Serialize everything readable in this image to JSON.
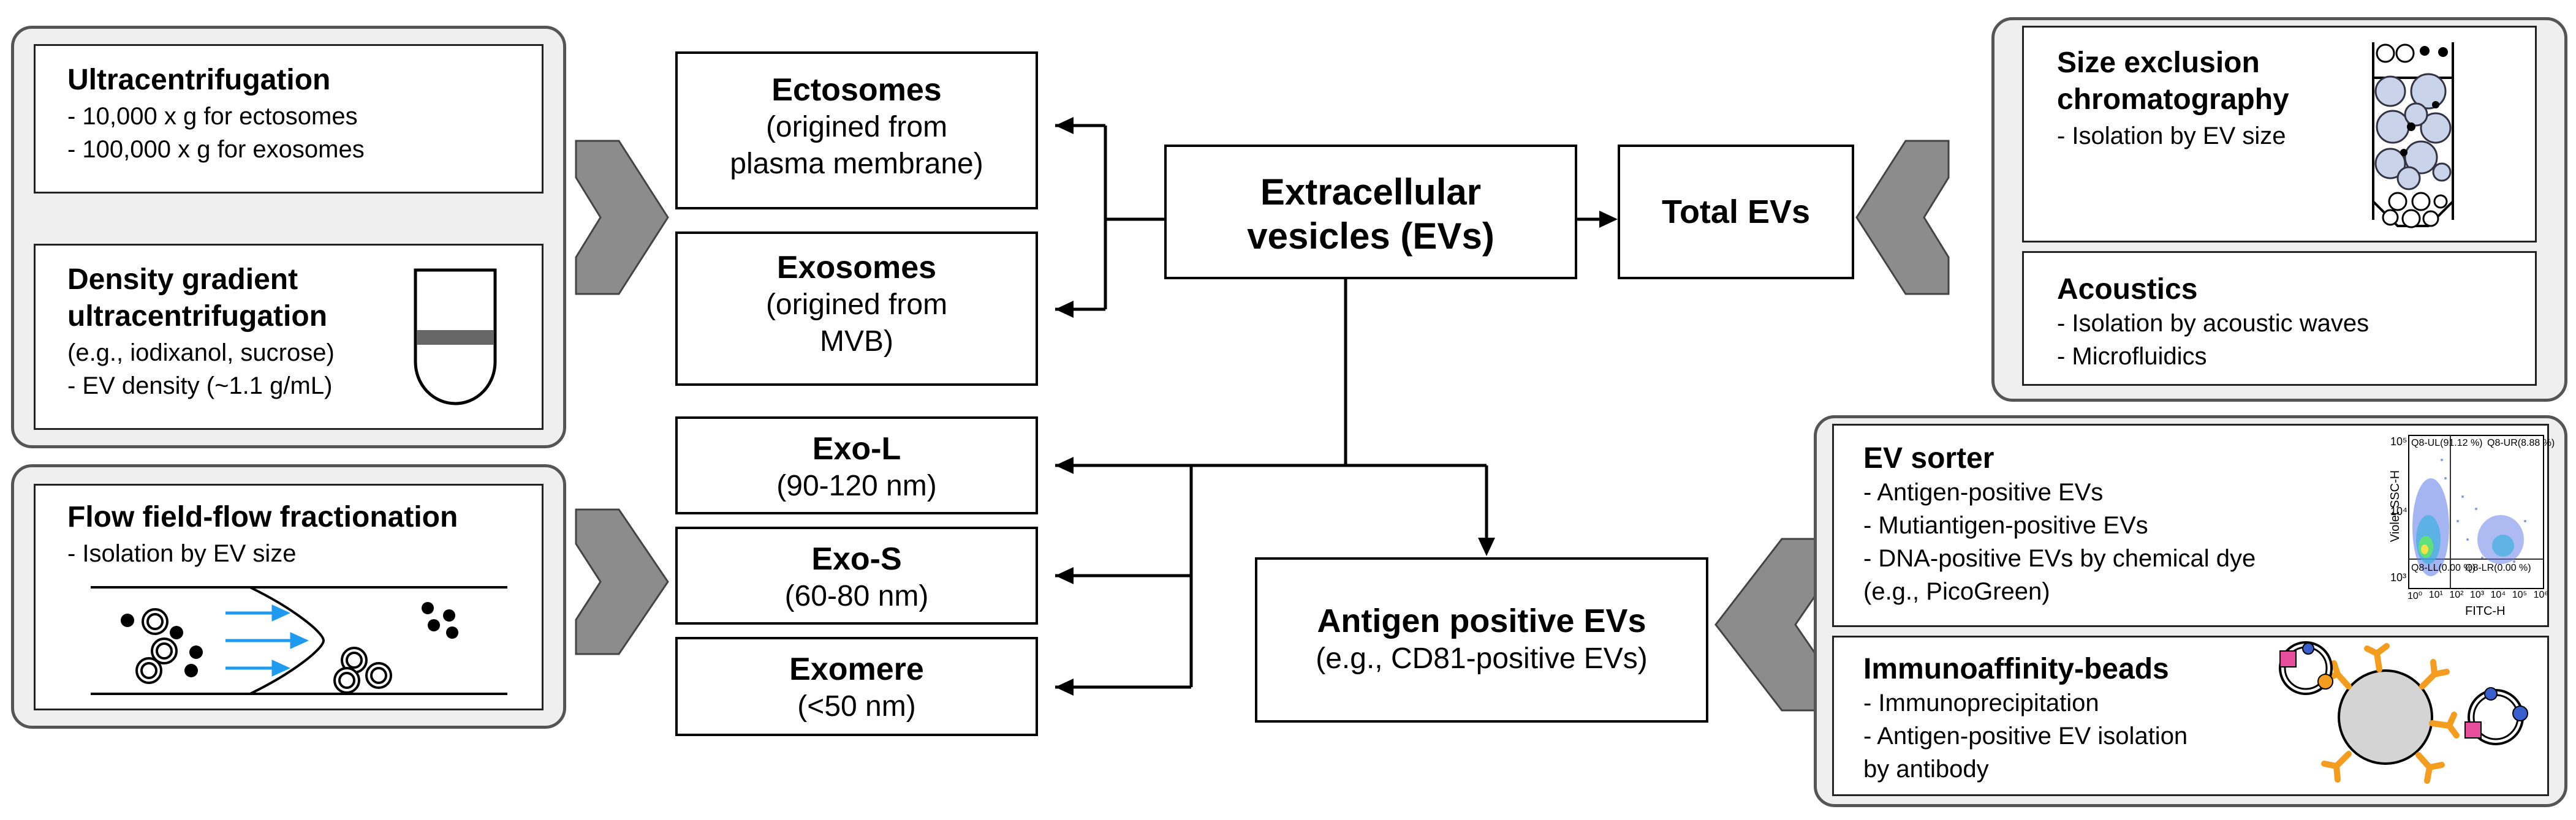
{
  "center": {
    "title": [
      "Extracellular",
      "vesicles (EVs)"
    ]
  },
  "subtypes": {
    "ectosomes": {
      "title": "Ectosomes",
      "desc": [
        "(origined from",
        "plasma membrane)"
      ]
    },
    "exosomes": {
      "title": "Exosomes",
      "desc": [
        "(origined from",
        "MVB)"
      ]
    },
    "exo_l": {
      "title": "Exo-L",
      "desc": "(90-120 nm)"
    },
    "exo_s": {
      "title": "Exo-S",
      "desc": "(60-80 nm)"
    },
    "exomere": {
      "title": "Exomere",
      "desc": "(<50 nm)"
    }
  },
  "outputs": {
    "total": {
      "title": "Total EVs"
    },
    "antigen": {
      "title": "Antigen positive EVs",
      "desc": "(e.g., CD81-positive EVs)"
    }
  },
  "methods": {
    "ultracentrifugation": {
      "title": "Ultracentrifugation",
      "items": [
        "- 10,000 x g for ectosomes",
        "- 100,000 x g for exosomes"
      ]
    },
    "density_gradient": {
      "title": [
        "Density gradient",
        "ultracentrifugation"
      ],
      "items": [
        "(e.g., iodixanol, sucrose)",
        "- EV density (~1.1 g/mL)"
      ]
    },
    "flow_fff": {
      "title": "Flow field-flow fractionation",
      "items": [
        "- Isolation by EV size"
      ]
    },
    "sec": {
      "title": [
        "Size exclusion",
        "chromatography"
      ],
      "items": [
        "- Isolation by EV size"
      ]
    },
    "acoustics": {
      "title": "Acoustics",
      "items": [
        "- Isolation by acoustic waves",
        "- Microfluidics"
      ]
    },
    "ev_sorter": {
      "title": "EV sorter",
      "items": [
        "- Antigen-positive EVs",
        "- Mutiantigen-positive EVs",
        "- DNA-positive EVs by chemical dye",
        "(e.g., PicoGreen)"
      ]
    },
    "immunoaffinity": {
      "title": "Immunoaffinity-beads",
      "items": [
        "- Immunoprecipitation",
        "- Antigen-positive EV isolation",
        "by antibody"
      ]
    }
  },
  "flow_plot": {
    "ylabel": "Violet SSC-H",
    "xlabel": "FITC-H",
    "quadrants": [
      "Q8-UL(91.12 %)",
      "Q8-UR(8.88 %)",
      "Q8-LL(0.00 %)",
      "Q8-LR(0.00 %)"
    ],
    "x_ticks": [
      "10⁰",
      "10¹",
      "10²",
      "10³",
      "10⁴",
      "10⁵",
      "10⁶"
    ],
    "y_ticks": [
      "10⁵",
      "10⁴",
      "10³"
    ]
  },
  "icons": [
    "centrifuge-tube-icon",
    "flow-channel-icon",
    "sec-column-icon",
    "immunoaffinity-bead-icon",
    "flow-cytometry-plot-icon"
  ],
  "colors": {
    "border": "#555555",
    "group_fill": "#efefef",
    "block_arrow": "#8c8c8c",
    "flow_arrow": "#1e9bf0",
    "antibody": "#f39c1e",
    "bead": "#d4d4d4",
    "sec_bead": "#c9d3ea"
  }
}
